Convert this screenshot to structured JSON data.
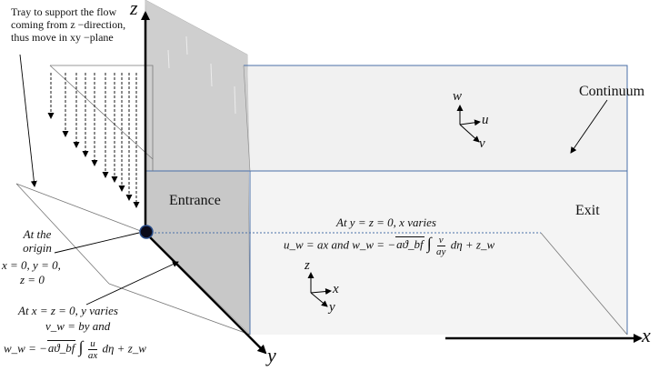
{
  "labels": {
    "tray_note": "Tray to support the flow coming from z −direction, thus move in xy −plane",
    "continuum": "Continuum",
    "entrance": "Entrance",
    "exit": "Exit",
    "origin_title": "At the origin",
    "origin_vals": "x = 0, y = 0,",
    "origin_z": "z = 0",
    "yz_condition": "At y = z = 0, x varies",
    "xz_condition": "At x = z = 0, y varies",
    "vw_eq": "v_w = by  and"
  },
  "axes": {
    "x": "x",
    "y": "y",
    "z": "z"
  },
  "vectors": {
    "w": "w",
    "u": "u",
    "v": "v"
  },
  "small_axes": {
    "z": "z",
    "x": "x",
    "y": "y"
  },
  "eq_uw": {
    "lhs": "u_w = ax  and w_w = −",
    "sqrt": "aϑ_bf",
    "int": "∫",
    "num": "v",
    "den": "ay",
    "tail": "dη + z_w"
  },
  "eq_ww": {
    "lhs": "w_w = −",
    "sqrt": "aϑ_bf",
    "int": "∫",
    "num": "u",
    "den": "ax",
    "tail": "dη + z_w"
  },
  "colors": {
    "box_edge": "#4a6fa8",
    "wall": "#c6c6c6",
    "floor": "#f2f2f2",
    "axis": "#000000"
  }
}
